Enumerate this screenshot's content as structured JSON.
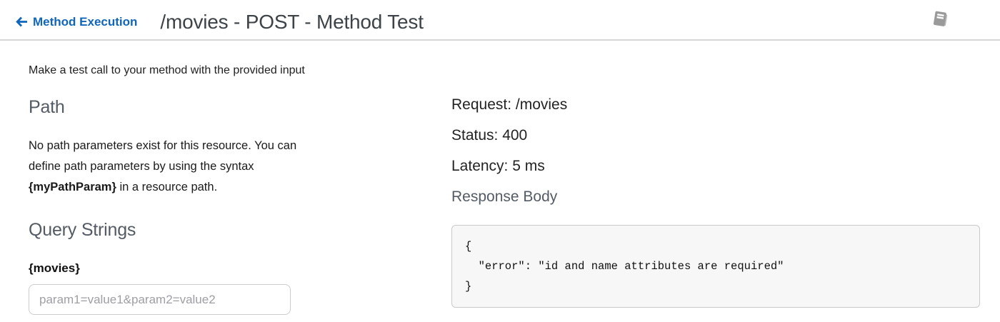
{
  "header": {
    "back_label": "Method Execution",
    "title": "/movies - POST - Method Test",
    "icons": {
      "back": "arrow-left-icon",
      "docs": "book-icon"
    }
  },
  "intro": "Make a test call to your method with the provided input",
  "left": {
    "path_heading": "Path",
    "path_note": {
      "line1": "No path parameters exist for this resource. You can",
      "line2": "define path parameters by using the syntax",
      "line3_bold": "{myPathParam}",
      "line3_rest": " in a resource path."
    },
    "query_heading": "Query Strings",
    "query_param_label": "{movies}",
    "query_input_value": "",
    "query_input_placeholder": "param1=value1&param2=value2"
  },
  "right": {
    "request_line": "Request: /movies",
    "status_line": "Status: 400",
    "latency_line": "Latency: 5 ms",
    "response_body_heading": "Response Body",
    "response_body": "{\n  \"error\": \"id and name attributes are required\"\n}"
  },
  "colors": {
    "link_blue": "#0f66bb",
    "heading_gray": "#545b64",
    "title_gray": "#3e4348",
    "divider_gray": "#d6d6d6",
    "code_background": "#f7f7f7",
    "border_gray": "#cccccc",
    "placeholder_gray": "#9e9ea4",
    "book_icon_gray": "#9a9a9a"
  }
}
